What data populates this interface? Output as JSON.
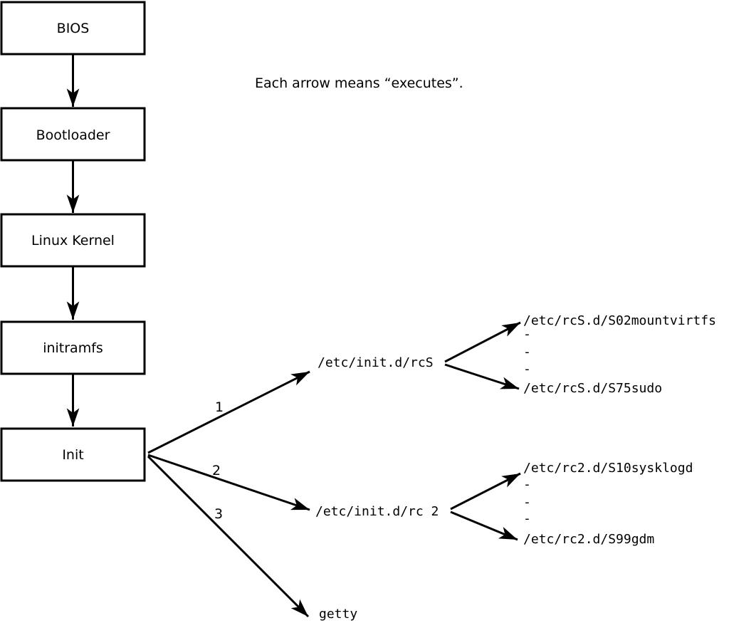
{
  "note": "Each arrow means “executes”.",
  "colors": {
    "line": "#000000",
    "background": "#ffffff",
    "box_fill": "#ffffff"
  },
  "boot_chain": [
    {
      "label": "BIOS"
    },
    {
      "label": "Bootloader"
    },
    {
      "label": "Linux Kernel"
    },
    {
      "label": "initramfs"
    },
    {
      "label": "Init"
    }
  ],
  "init_branches": [
    {
      "number": "1",
      "target": "/etc/init.d/rcS",
      "children": [
        "/etc/rcS.d/S02mountvirtfs",
        "-",
        "-",
        "-",
        "/etc/rcS.d/S75sudo"
      ]
    },
    {
      "number": "2",
      "target": "/etc/init.d/rc 2",
      "children": [
        "/etc/rc2.d/S10sysklogd",
        "-",
        "-",
        "-",
        "/etc/rc2.d/S99gdm"
      ]
    },
    {
      "number": "3",
      "target": "getty",
      "children": []
    }
  ]
}
